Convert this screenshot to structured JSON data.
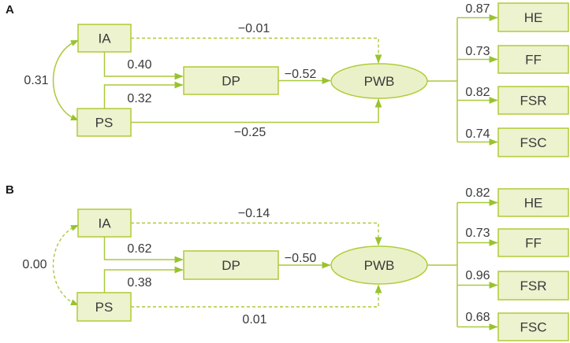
{
  "colors": {
    "node_fill": "#edf2cf",
    "line_green": "#abc93c",
    "arrow_green": "#98c32e",
    "label_text": "#3a3a3a"
  },
  "panels": [
    {
      "label": "A",
      "nodes": {
        "ia": "IA",
        "ps": "PS",
        "dp": "DP",
        "pwb": "PWB",
        "he": "HE",
        "ff": "FF",
        "fsr": "FSR",
        "fsc": "FSC"
      },
      "coefficients": {
        "ia_ps": "0.31",
        "ia_dp": "0.40",
        "ps_dp": "0.32",
        "dp_pwb": "−0.52",
        "ia_pwb": "−0.01",
        "ps_pwb": "−0.25",
        "pwb_he": "0.87",
        "pwb_ff": "0.73",
        "pwb_fsr": "0.82",
        "pwb_fsc": "0.74"
      }
    },
    {
      "label": "B",
      "nodes": {
        "ia": "IA",
        "ps": "PS",
        "dp": "DP",
        "pwb": "PWB",
        "he": "HE",
        "ff": "FF",
        "fsr": "FSR",
        "fsc": "FSC"
      },
      "coefficients": {
        "ia_ps": "0.00",
        "ia_dp": "0.62",
        "ps_dp": "0.38",
        "dp_pwb": "−0.50",
        "ia_pwb": "−0.14",
        "ps_pwb": "0.01",
        "pwb_he": "0.82",
        "pwb_ff": "0.73",
        "pwb_fsr": "0.96",
        "pwb_fsc": "0.68"
      }
    }
  ]
}
